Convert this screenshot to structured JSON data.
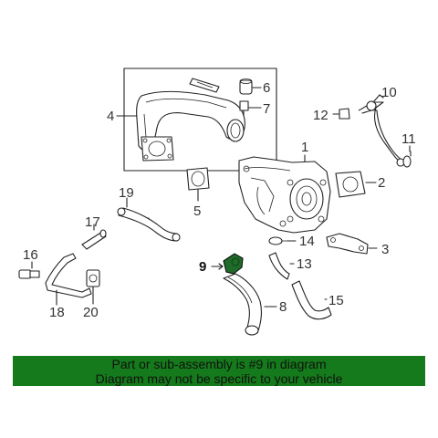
{
  "callouts": {
    "c1": "1",
    "c2": "2",
    "c3": "3",
    "c4": "4",
    "c5": "5",
    "c6": "6",
    "c7": "7",
    "c8": "8",
    "c9": "9",
    "c10": "10",
    "c11": "11",
    "c12": "12",
    "c13": "13",
    "c14": "14",
    "c15": "15",
    "c16": "16",
    "c17": "17",
    "c18": "18",
    "c19": "19",
    "c20": "20"
  },
  "highlight_part": "9",
  "highlight_color": "#1e6b2a",
  "banner": {
    "line1": "Part or sub-assembly is #9 in diagram",
    "line2": "Diagram may not be specific to your vehicle",
    "background": "#157a1b"
  }
}
